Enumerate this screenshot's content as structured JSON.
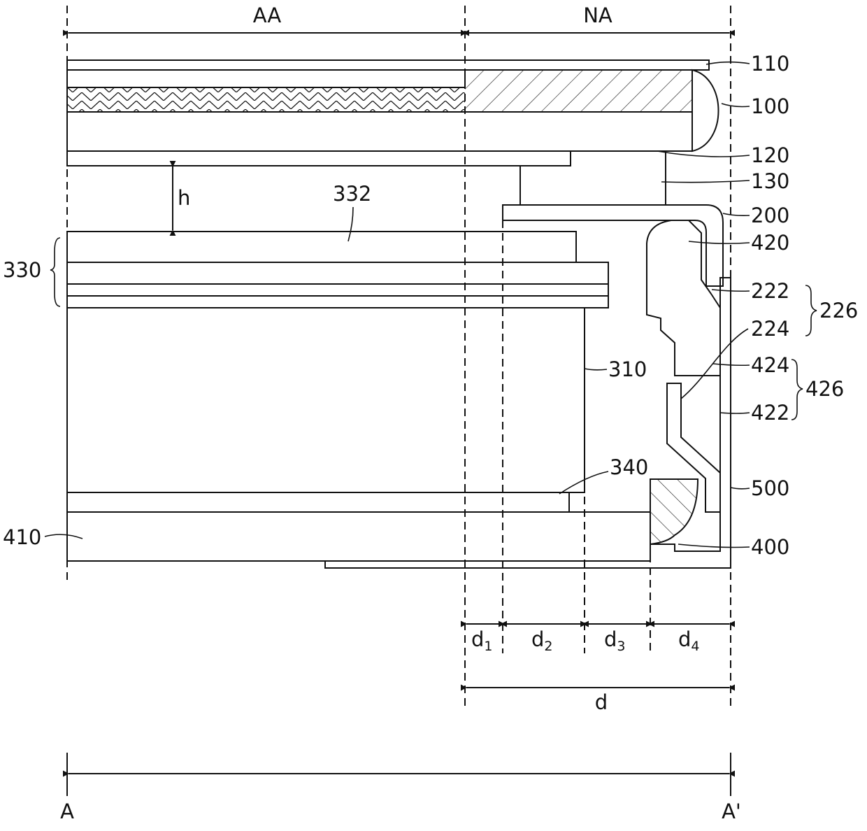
{
  "regions": {
    "active": "AA",
    "non_active": "NA"
  },
  "labels": {
    "l110": "110",
    "l100": "100",
    "l120": "120",
    "l130": "130",
    "l200": "200",
    "l420": "420",
    "l222": "222",
    "l226": "226",
    "l224": "224",
    "l424": "424",
    "l426": "426",
    "l422": "422",
    "l500": "500",
    "l400": "400",
    "l310": "310",
    "l332": "332",
    "l330": "330",
    "l340": "340",
    "l410": "410",
    "h": "h"
  },
  "dimensions": {
    "d1": {
      "base": "d",
      "sub": "1"
    },
    "d2": {
      "base": "d",
      "sub": "2"
    },
    "d3": {
      "base": "d",
      "sub": "3"
    },
    "d4": {
      "base": "d",
      "sub": "4"
    },
    "d": "d"
  },
  "section": {
    "start": "A",
    "end": "A'"
  },
  "colors": {
    "ink": "#111111",
    "background": "#ffffff"
  }
}
